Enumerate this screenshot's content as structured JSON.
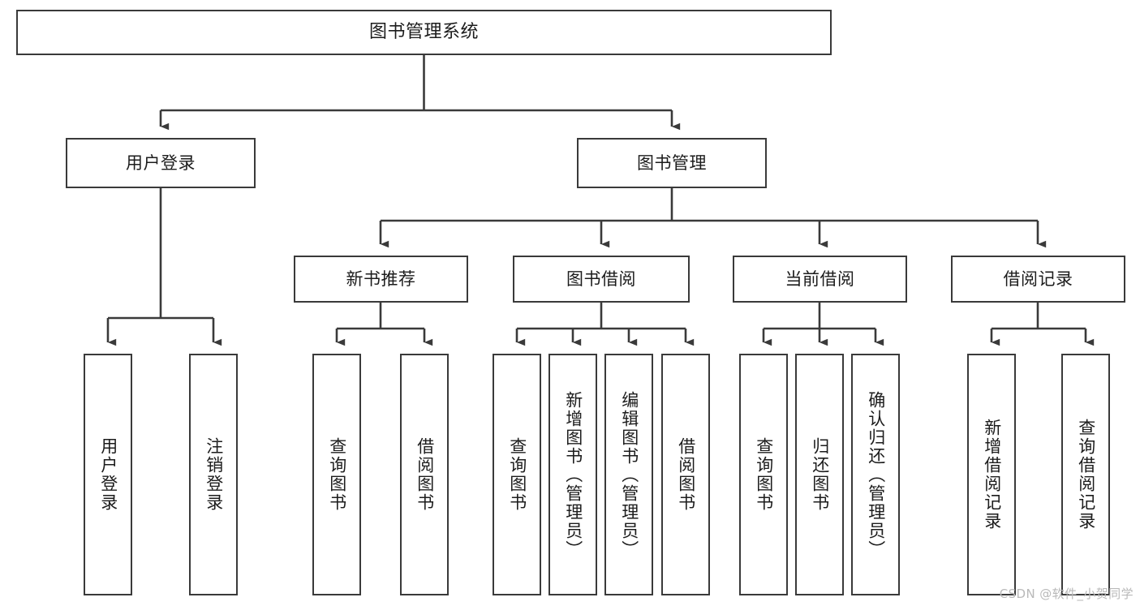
{
  "diagram": {
    "title": "图书管理系统",
    "type": "hierarchy-tree",
    "watermark": "CSDN @软件_小贺同学",
    "colors": {
      "box_border": "#3a3a3a",
      "box_fill": "#ffffff",
      "connector": "#3a3a3a",
      "text": "#1c1c1c",
      "watermark": "#b9b9b9"
    },
    "root": {
      "label": "图书管理系统"
    },
    "level2": [
      {
        "label": "用户登录"
      },
      {
        "label": "图书管理"
      }
    ],
    "level3": [
      {
        "label": "新书推荐"
      },
      {
        "label": "图书借阅"
      },
      {
        "label": "当前借阅"
      },
      {
        "label": "借阅记录"
      }
    ],
    "leaves": {
      "user_login": [
        {
          "label": "用户登录"
        },
        {
          "label": "注销登录"
        }
      ],
      "new_book_recommend": [
        {
          "label": "查询图书"
        },
        {
          "label": "借阅图书"
        }
      ],
      "book_borrow": [
        {
          "label": "查询图书"
        },
        {
          "label": "新增图书（管理员）"
        },
        {
          "label": "编辑图书（管理员）"
        },
        {
          "label": "借阅图书"
        }
      ],
      "current_borrow": [
        {
          "label": "查询图书"
        },
        {
          "label": "归还图书"
        },
        {
          "label": "确认归还（管理员）"
        }
      ],
      "borrow_record": [
        {
          "label": "新增借阅记录"
        },
        {
          "label": "查询借阅记录"
        }
      ]
    }
  }
}
